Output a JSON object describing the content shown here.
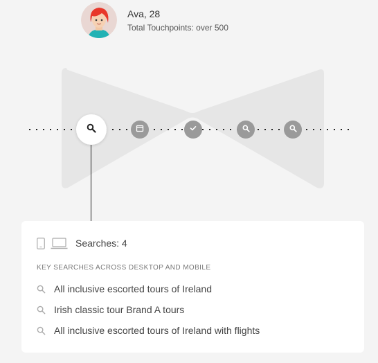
{
  "user": {
    "name": "Ava, 28",
    "touchpoints": "Total Touchpoints: over 500"
  },
  "journey": {
    "nodes": [
      {
        "icon": "search-icon",
        "active": true
      },
      {
        "icon": "calendar-icon",
        "active": false
      },
      {
        "icon": "check-icon",
        "active": false
      },
      {
        "icon": "search-icon",
        "active": false
      },
      {
        "icon": "search-icon",
        "active": false
      }
    ]
  },
  "card": {
    "device_icons": [
      "mobile-icon",
      "laptop-icon"
    ],
    "count_label": "Searches: 4",
    "section_title": "KEY SEARCHES ACROSS DESKTOP AND MOBILE",
    "searches": [
      "All inclusive escorted tours of Ireland",
      "Irish classic tour Brand A tours",
      "All inclusive escorted tours of Ireland with flights"
    ]
  },
  "colors": {
    "background": "#f4f4f4",
    "bowtie": "#e6e6e6",
    "node_grey": "#9a9a9a",
    "hair": "#e8372a",
    "card": "#ffffff"
  }
}
